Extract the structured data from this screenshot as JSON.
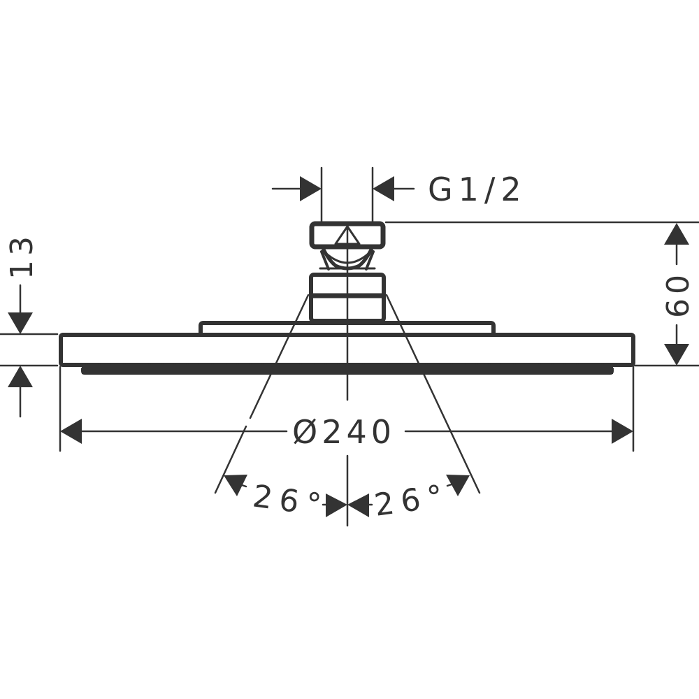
{
  "diagram": {
    "subject": "Overhead shower head technical dimension drawing (side view)",
    "colors": {
      "line": "#333333",
      "background": "#ffffff"
    },
    "dimensions": {
      "thread": {
        "label": "G1/2"
      },
      "plate_thickness": {
        "label": "13"
      },
      "total_height": {
        "label": "60"
      },
      "diameter": {
        "label": "Ø240"
      },
      "spray_angle_left": {
        "label": "26°"
      },
      "spray_angle_right": {
        "label": "26°"
      }
    },
    "parts": [
      "connector-nut",
      "ball-joint",
      "lower-nut",
      "top-plate",
      "shower-plate",
      "spray-face",
      "centerline"
    ]
  }
}
